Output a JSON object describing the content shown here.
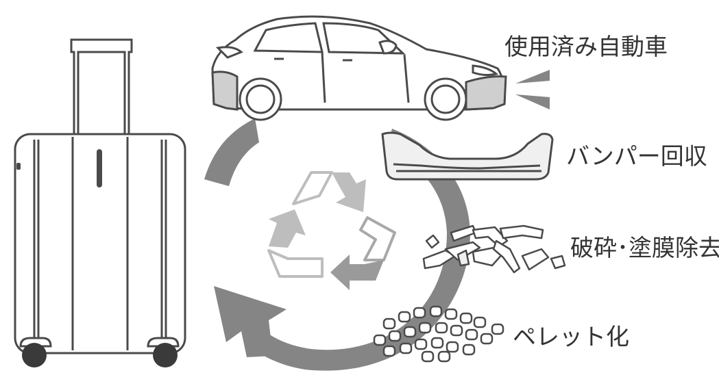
{
  "steps": [
    {
      "id": "used-car",
      "label": "使用済み自動車"
    },
    {
      "id": "bumper",
      "label": "バンパー回収"
    },
    {
      "id": "crush",
      "label": "破砕･塗膜除去"
    },
    {
      "id": "pellet",
      "label": "ペレット化"
    }
  ],
  "colors": {
    "line": "#4a4a4a",
    "cycle_arrow": "#858585",
    "recycle_light": "#bdbdbd",
    "recycle_dark": "#9a9a9a",
    "car_gray": "#cfcfcf",
    "bumper_fill": "#f0f0f0",
    "wheel": "#3a3a3a"
  },
  "icons": [
    "suitcase-icon",
    "car-icon",
    "bumper-icon",
    "crushed-pieces-icon",
    "pellets-icon",
    "recycle-icon",
    "cycle-arrow"
  ]
}
